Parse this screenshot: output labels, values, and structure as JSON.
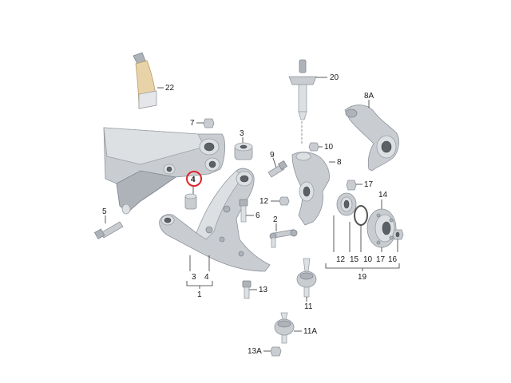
{
  "labels": {
    "l22": "22",
    "l20": "20",
    "l8a": "8A",
    "l7": "7",
    "l3": "3",
    "l9": "9",
    "l10": "10",
    "l8": "8",
    "l4": "4",
    "l17": "17",
    "l12": "12",
    "l14": "14",
    "l5": "5",
    "l6": "6",
    "l2": "2",
    "b12": "12",
    "b15": "15",
    "b10": "10",
    "b17": "17",
    "b16": "16",
    "l19": "19",
    "l34a": "3",
    "l34b": "4",
    "l1": "1",
    "l13": "13",
    "l11": "11",
    "l11a": "11A",
    "l13a": "13A"
  },
  "colors": {
    "highlight": "#e0252b",
    "metal": "#c9cdd2",
    "tube": "#e8d3a8"
  }
}
